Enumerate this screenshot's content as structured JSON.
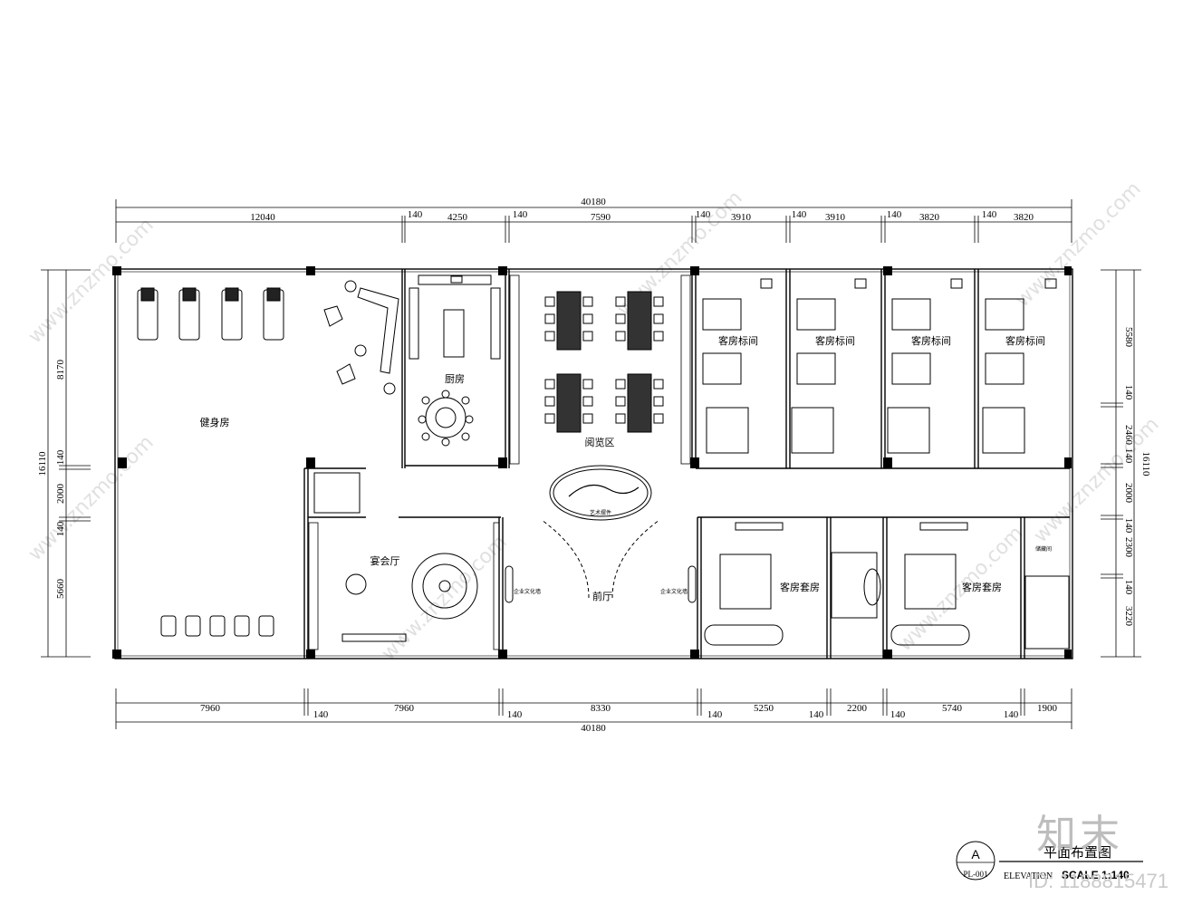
{
  "plan": {
    "title_top_dim": "40180",
    "top_dims": [
      "12040",
      "140",
      "4250",
      "140",
      "7590",
      "140",
      "3910",
      "140",
      "3910",
      "140",
      "3820",
      "140",
      "3820"
    ],
    "bottom_dims": [
      "7960",
      "140",
      "7960",
      "140",
      "8330",
      "140",
      "5250",
      "140",
      "2200",
      "140",
      "5740",
      "140",
      "1900"
    ],
    "bottom_total": "40180",
    "left_dims": [
      "8170",
      "140",
      "2000",
      "140",
      "5660"
    ],
    "left_total": "16110",
    "right_dims": [
      "5580",
      "140",
      "2460",
      "140",
      "2000",
      "140",
      "2300",
      "140",
      "3220"
    ],
    "right_total": "16110",
    "rooms": {
      "gym": "健身房",
      "kitchen": "厨房",
      "reading": "阅览区",
      "standard_1": "客房标间",
      "standard_2": "客房标间",
      "standard_3": "客房标间",
      "standard_4": "客房标间",
      "banquet": "宴会厅",
      "lobby": "前厅",
      "suite_1": "客房套房",
      "suite_2": "客房套房",
      "art_piece": "艺术摆件",
      "culture_wall_1": "企业文化墙",
      "culture_wall_2": "企业文化墙",
      "storage": "储藏间"
    }
  },
  "title_block": {
    "circle_letter": "A",
    "sheet_code": "PL-001",
    "title": "平面布置图",
    "elevation_label": "ELEVATION",
    "scale_label": "SCALE 1:140"
  },
  "watermark": {
    "site": "www.znzmo.com",
    "brand": "知末",
    "id_text": "ID: 1188815471"
  }
}
